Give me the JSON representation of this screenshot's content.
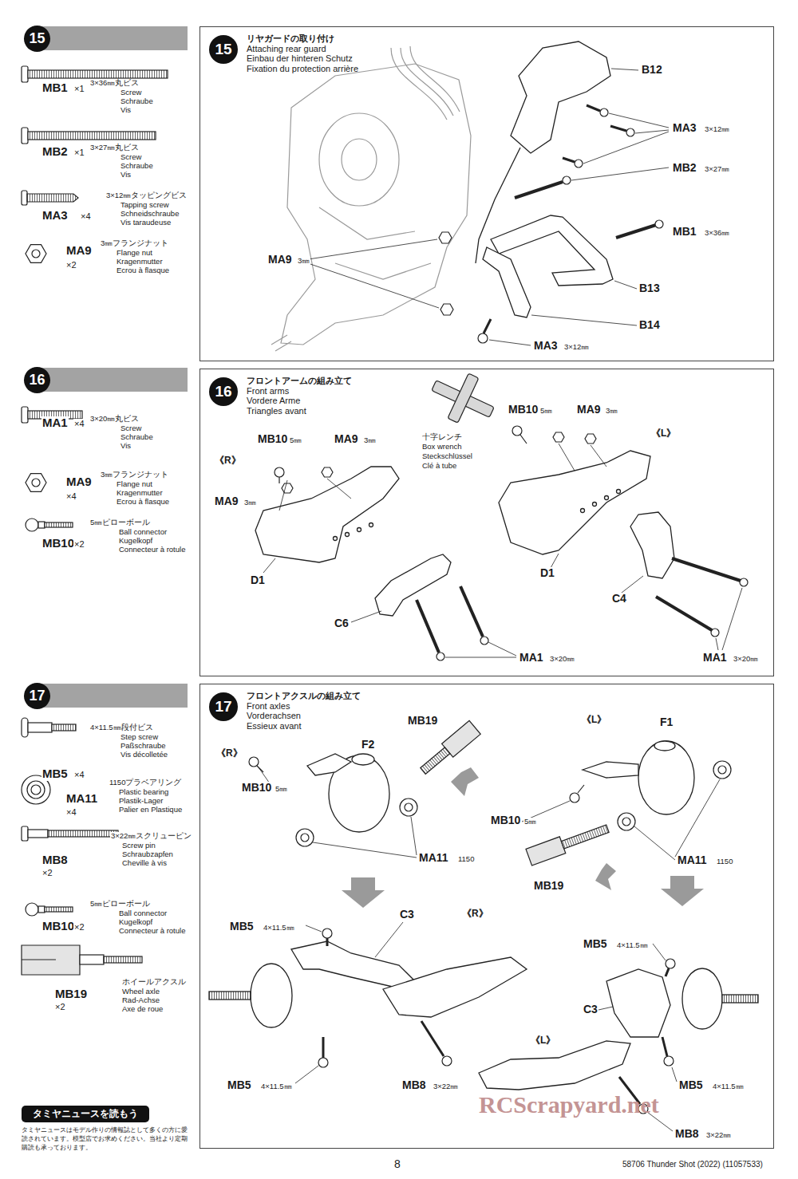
{
  "diagram": {
    "nodes": [
      {
        "text": [
          "15"
        ]
      },
      {
        "text": [
          "リヤガードの取り付け",
          "Attaching rear guard",
          "Einbau der hinteren Schutz",
          "Fixation du protection arrière"
        ]
      },
      {
        "text": [
          "15"
        ],
        "in": 1
      },
      {
        "text": [
          "16"
        ]
      },
      {
        "text": [
          "フロントアームの組み立て",
          "Front arms",
          "Vordere Arme",
          "Triangles avant"
        ]
      },
      {
        "text": [
          "16"
        ],
        "in": 4
      },
      {
        "text": [
          "17"
        ]
      },
      {
        "text": [
          "フロントアクスルの組み立て",
          "Front axles",
          "Vorderachsen",
          "Essieux avant"
        ]
      },
      {
        "text": [
          "17"
        ],
        "in": 7
      },
      {
        "text": [
          "タミヤニュースを読もう"
        ]
      }
    ],
    "labels": [
      "MB1",
      "×1",
      "3×36㎜丸ビス",
      "Screw",
      "Schraube",
      "Vis",
      "MB2",
      "×1",
      "3×27㎜丸ビス",
      "Screw",
      "Schraube",
      "Vis",
      "MA3",
      "×4",
      "3×12㎜タッピングビス",
      "Tapping screw",
      "Schneidschraube",
      "Vis taraudeuse",
      "MA9",
      "×2",
      "3㎜フランジナット",
      "Flange nut",
      "Kragenmutter",
      "Ecrou à flasque",
      "B12",
      "MA3",
      "3×12㎜",
      "MB2",
      "3×27㎜",
      "MB1",
      "3×36㎜",
      "MA9",
      "3㎜",
      "B13",
      "B14",
      "MA3",
      "3×12㎜",
      "MA1",
      "×4",
      "3×20㎜丸ビス",
      "Screw",
      "Schraube",
      "Vis",
      "MA9",
      "×4",
      "3㎜フランジナット",
      "Flange nut",
      "Kragenmutter",
      "Ecrou à flasque",
      "MB10",
      "×2",
      "5㎜ピローボール",
      "Ball connector",
      "Kugelkopf",
      "Connecteur à rotule",
      "MB10",
      "5㎜",
      "MA9",
      "3㎜",
      "《R》",
      "MA9",
      "3㎜",
      "D1",
      "C6",
      "MA1",
      "3×20㎜",
      "十字レンチ",
      "Box wrench",
      "Steckschlüssel",
      "Clé à tube",
      "MB10",
      "5㎜",
      "MA9",
      "3㎜",
      "《L》",
      "D1",
      "C4",
      "MA1",
      "3×20㎜",
      "MB5",
      "×4",
      "4×11.5㎜段付ビス",
      "Step screw",
      "Paßschraube",
      "Vis décolletée",
      "MA11",
      "×4",
      "1150プラベアリング",
      "Plastic bearing",
      "Plastik-Lager",
      "Palier en Plastique",
      "MB8",
      "×2",
      "3×22㎜スクリューピン",
      "Screw pin",
      "Schraubzapfen",
      "Cheville à vis",
      "MB10",
      "×2",
      "5㎜ピローボール",
      "Ball connector",
      "Kugelkopf",
      "Connecteur à rotule",
      "MB19",
      "×2",
      "ホイールアクスル",
      "Wheel axle",
      "Rad-Achse",
      "Axe de roue",
      "MB19",
      "F2",
      "《R》",
      "MB10",
      "5㎜",
      "MA11",
      "1150",
      "《L》",
      "F1",
      "MB10",
      "5㎜",
      "MB19",
      "MA11",
      "1150",
      "MB5",
      "4×11.5㎜",
      "C3",
      "《R》",
      "MB5",
      "4×11.5㎜",
      "MB8",
      "3×22㎜",
      "MB5",
      "4×11.5㎜",
      "C3",
      "《L》",
      "MB5",
      "4×11.5㎜",
      "MB8",
      "3×22㎜",
      "タミヤニュースはモデル作りの情報誌として多くの方に愛読されています。模型店でお求めください。当社より定期購読も承っております。",
      "8",
      "58706 Thunder Shot (2022) (11057533)",
      "RCScrapyard.net"
    ]
  }
}
